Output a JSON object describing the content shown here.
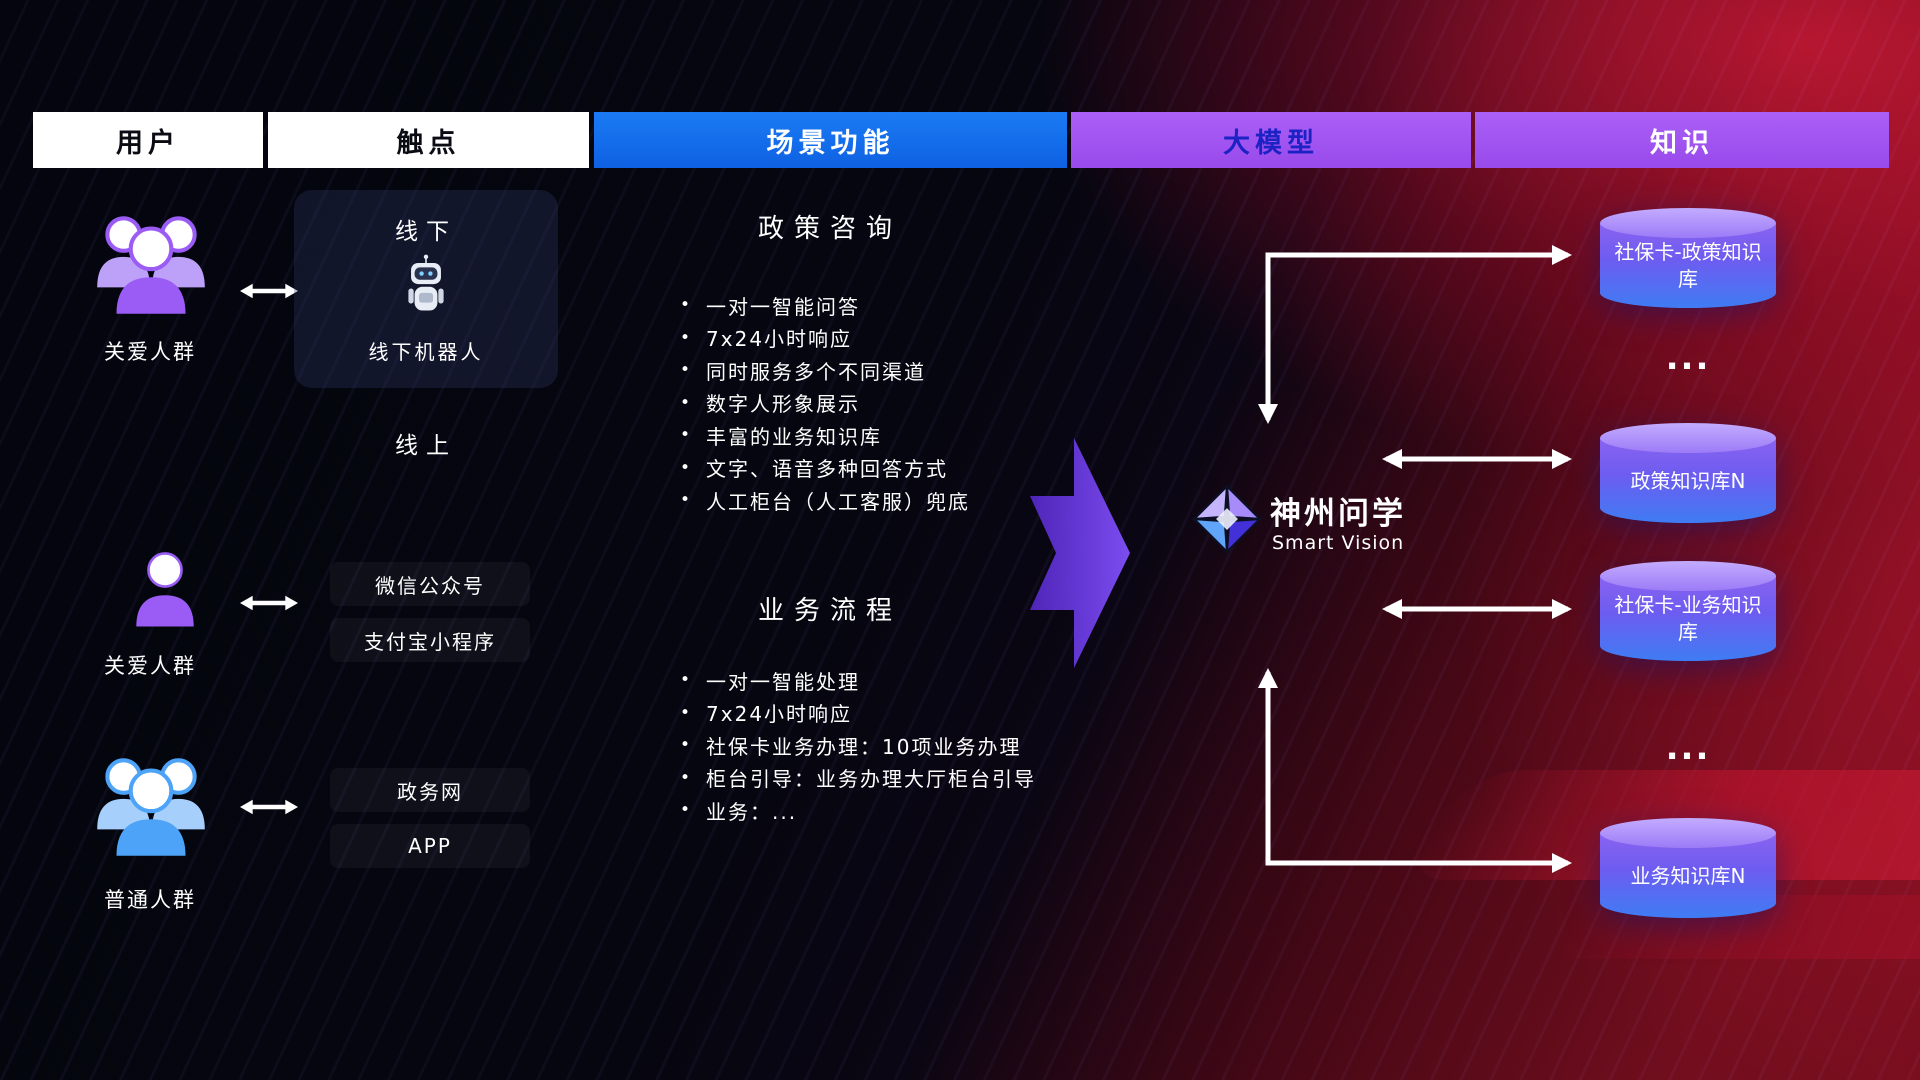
{
  "header": {
    "columns": [
      {
        "label": "用户"
      },
      {
        "label": "触点"
      },
      {
        "label": "场景功能"
      },
      {
        "label": "大模型"
      },
      {
        "label": "知识"
      }
    ]
  },
  "users": [
    {
      "label": "关爱人群"
    },
    {
      "label": "关爱人群"
    },
    {
      "label": "普通人群"
    }
  ],
  "touchpoints": {
    "offline_title": "线下",
    "offline_robot_label": "线下机器人",
    "online_title": "线上",
    "channels": [
      "微信公众号",
      "支付宝小程序",
      "政务网",
      "APP"
    ]
  },
  "scenarios": [
    {
      "title": "政策咨询",
      "items": [
        "一对一智能问答",
        "7x24小时响应",
        "同时服务多个不同渠道",
        "数字人形象展示",
        "丰富的业务知识库",
        "文字、语音多种回答方式",
        "人工柜台（人工客服）兜底"
      ]
    },
    {
      "title": "业务流程",
      "items": [
        "一对一智能处理",
        "7x24小时响应",
        "社保卡业务办理：10项业务办理",
        "柜台引导：业务办理大厅柜台引导",
        "业务：..."
      ]
    }
  ],
  "model": {
    "name": "神州问学",
    "subtitle": "Smart Vision"
  },
  "knowledge": {
    "databases": [
      "社保卡-政策知识库",
      "政策知识库N",
      "社保卡-业务知识库",
      "业务知识库N"
    ],
    "ellipsis": "..."
  },
  "colors": {
    "header_blue": "#1670f0",
    "header_purple": "#a45bf2",
    "accent_purple": "#8b5cf6",
    "accent_blue": "#3f7cf3",
    "user_purple": "#9b5cf6",
    "user_blue": "#4da3f7",
    "arrow_white": "#ffffff",
    "background_red": "#c01232"
  }
}
